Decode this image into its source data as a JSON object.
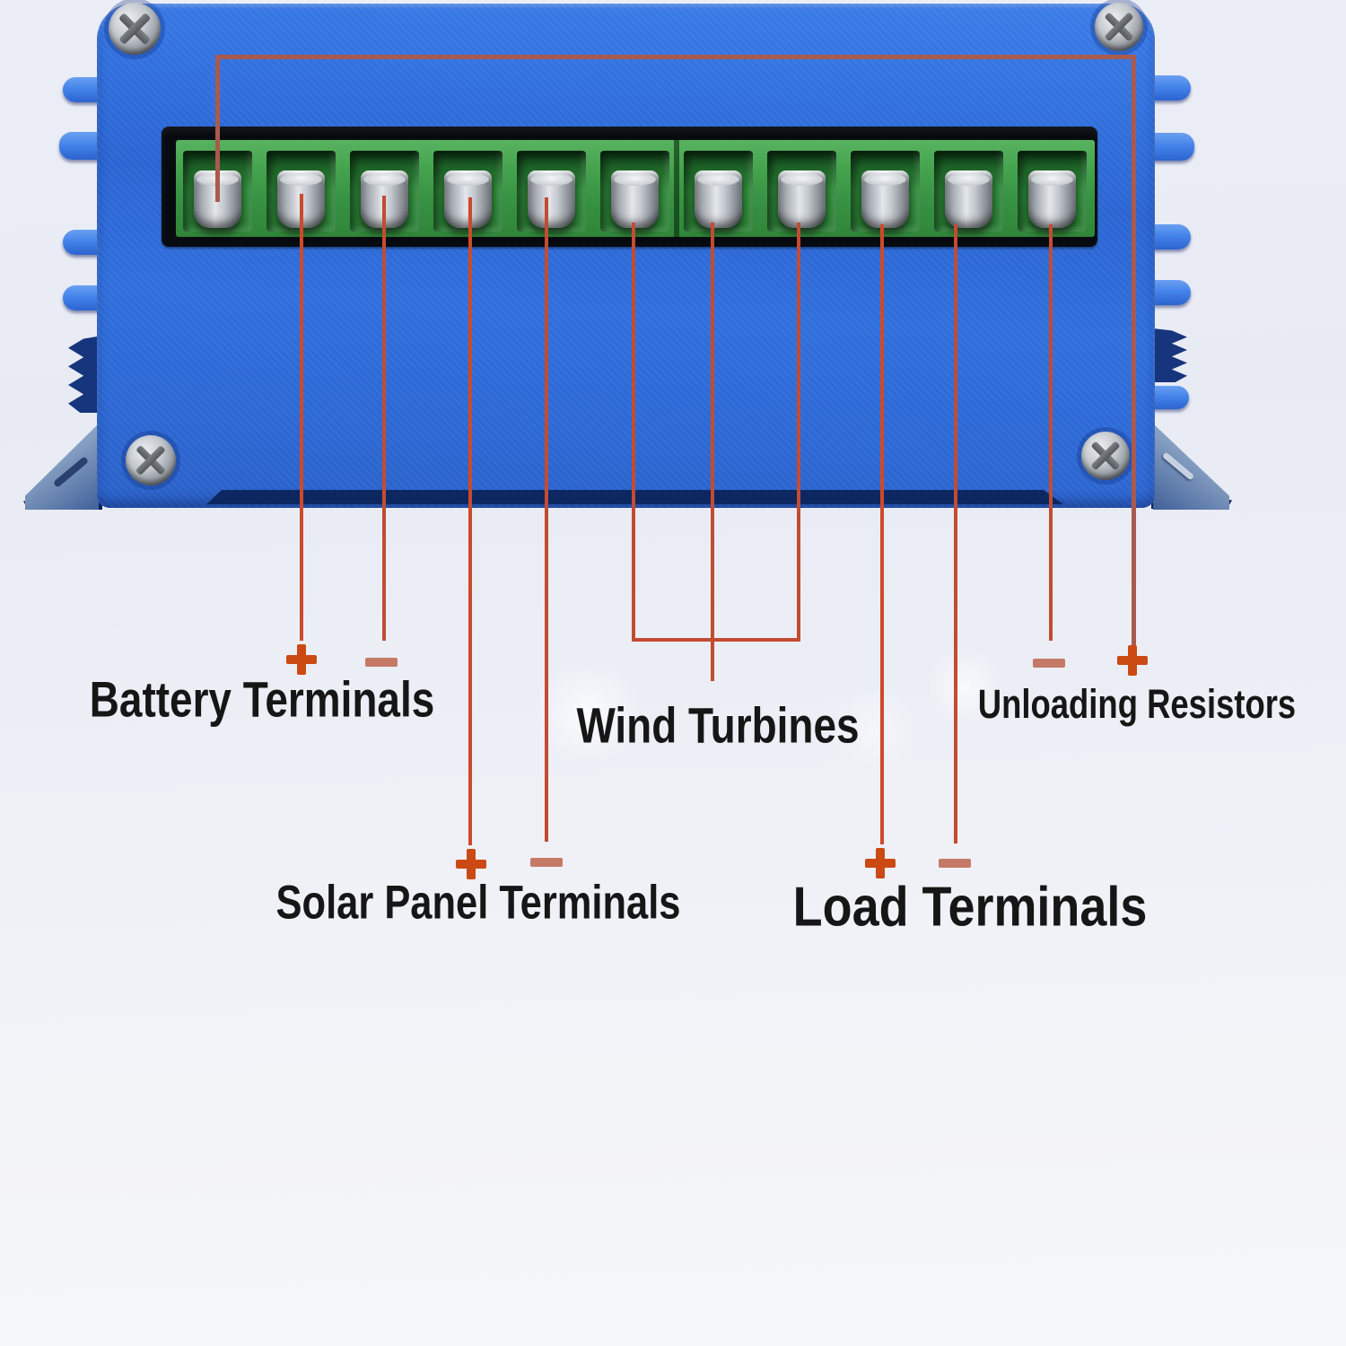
{
  "scene": {
    "description": "Annotated rear view of a blue wind/solar hybrid charge controller showing terminal assignments"
  },
  "device": {
    "type": "charge-controller",
    "terminal_count": 11,
    "terminal_strip_color_name": "green",
    "body_color_name": "blue"
  },
  "annotations": {
    "battery": {
      "label": "Battery Terminals",
      "positive": "+",
      "negative": "-",
      "terminals": [
        2,
        3
      ]
    },
    "solar": {
      "label": "Solar Panel Terminals",
      "positive": "+",
      "negative": "-",
      "terminals": [
        4,
        5
      ]
    },
    "wind": {
      "label": "Wind Turbines",
      "terminals": [
        6,
        7,
        8
      ]
    },
    "load": {
      "label": "Load Terminals",
      "positive": "+",
      "negative": "-",
      "terminals": [
        9,
        10
      ]
    },
    "unloading": {
      "label": "Unloading Resistors",
      "negative": "-",
      "positive": "+",
      "terminals": [
        1,
        11
      ]
    }
  },
  "colors": {
    "body_blue": "#2f6edd",
    "fin_blue": "#4f8cec",
    "terminal_green": "#3f9b43",
    "recess_black": "#070b10",
    "screw_silver": "#c9ced4",
    "annotation_line_red": "#c24c32",
    "plus_orange": "#cb4a13",
    "minus_salmon": "#c57a68",
    "label_black": "#161616",
    "flange_steel": "#8aa2c4",
    "background": "#edeff6"
  }
}
